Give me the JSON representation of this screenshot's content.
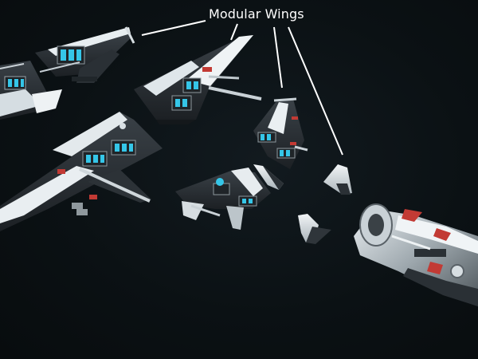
{
  "annotation": {
    "label": "Modular Wings"
  },
  "colors": {
    "background": "#0b1013",
    "hull_light": "#e6ecef",
    "hull_dark": "#2b3135",
    "accent_cyan": "#35c6e8",
    "accent_red": "#c23a34",
    "callout_line": "#ffffff"
  },
  "scene_items": [
    "ship-top-left-partial",
    "ship-upper-center",
    "ship-upper-right",
    "ship-large-left",
    "ship-small-center",
    "ship-small-right",
    "wing-piece-a",
    "wing-piece-b",
    "wing-piece-c",
    "engine-module-large"
  ]
}
